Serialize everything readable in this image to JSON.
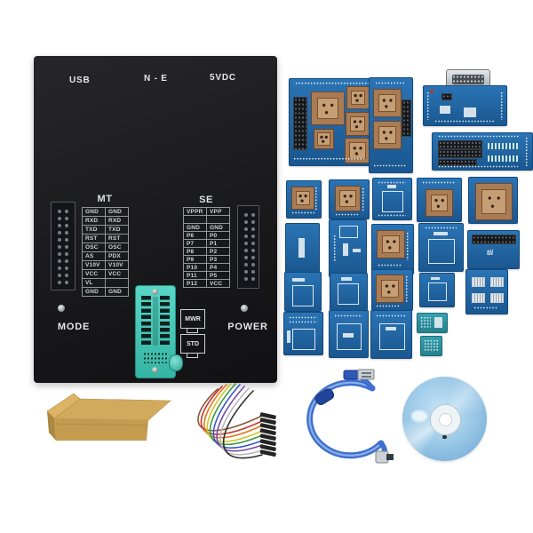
{
  "photo": {
    "device": {
      "ports_row": {
        "usb": "USB",
        "ne": "N - E",
        "power": "5VDC"
      },
      "mt": {
        "title": "MT",
        "rows": [
          [
            "GND",
            "GND"
          ],
          [
            "RXD",
            "RXD"
          ],
          [
            "TXD",
            "TXD"
          ],
          [
            "RST",
            "RST"
          ],
          [
            "OSC",
            "OSC"
          ],
          [
            "AS",
            "PDX"
          ],
          [
            "V10V",
            "V10V"
          ],
          [
            "VCC",
            "VCC"
          ],
          [
            "VL",
            ""
          ],
          [
            "GND",
            "GND"
          ]
        ]
      },
      "se": {
        "title": "SE",
        "rows": [
          [
            "VPPR",
            "VPP"
          ],
          [
            "",
            ""
          ],
          [
            "GND",
            "GND"
          ],
          [
            "P6",
            "P0"
          ],
          [
            "P7",
            "P1"
          ],
          [
            "P8",
            "P2"
          ],
          [
            "P9",
            "P3"
          ],
          [
            "P10",
            "P4"
          ],
          [
            "P11",
            "P5"
          ],
          [
            "P12",
            "VCC"
          ]
        ]
      },
      "mwr_label": "MWR",
      "std_label": "STD",
      "mode_label": "MODE",
      "power_label": "POWER"
    },
    "adapters": {
      "ti_mark": "tii"
    }
  }
}
